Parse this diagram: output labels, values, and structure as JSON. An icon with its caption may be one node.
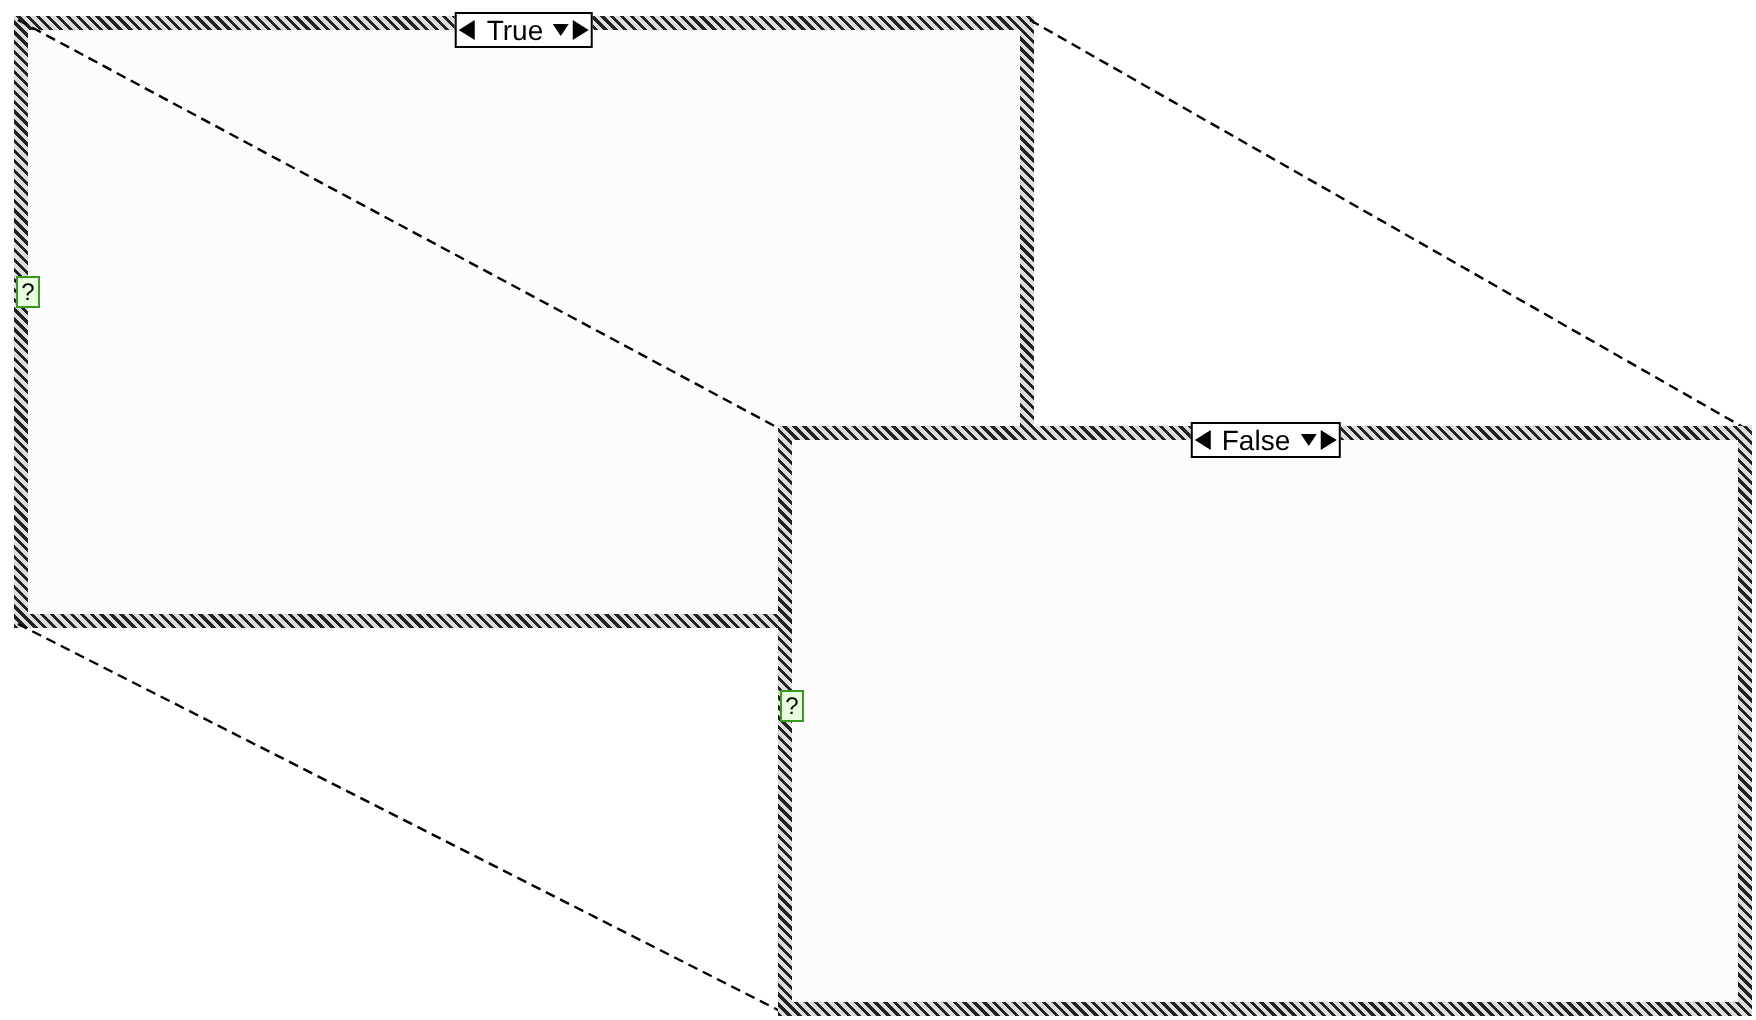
{
  "diagram": {
    "nodes": [
      {
        "text": [
          "True"
        ]
      },
      {
        "text": [
          "?"
        ],
        "in": 0
      },
      {
        "text": [
          "False"
        ]
      },
      {
        "text": [
          "?"
        ],
        "in": 2
      }
    ],
    "edges": [
      {
        "from": 0,
        "to": 2,
        "arrow": "none",
        "style": "dashed"
      },
      {
        "from": 0,
        "to": 2,
        "arrow": "none",
        "style": "dashed"
      },
      {
        "from": 0,
        "to": 2,
        "arrow": "none",
        "style": "dashed"
      }
    ]
  }
}
